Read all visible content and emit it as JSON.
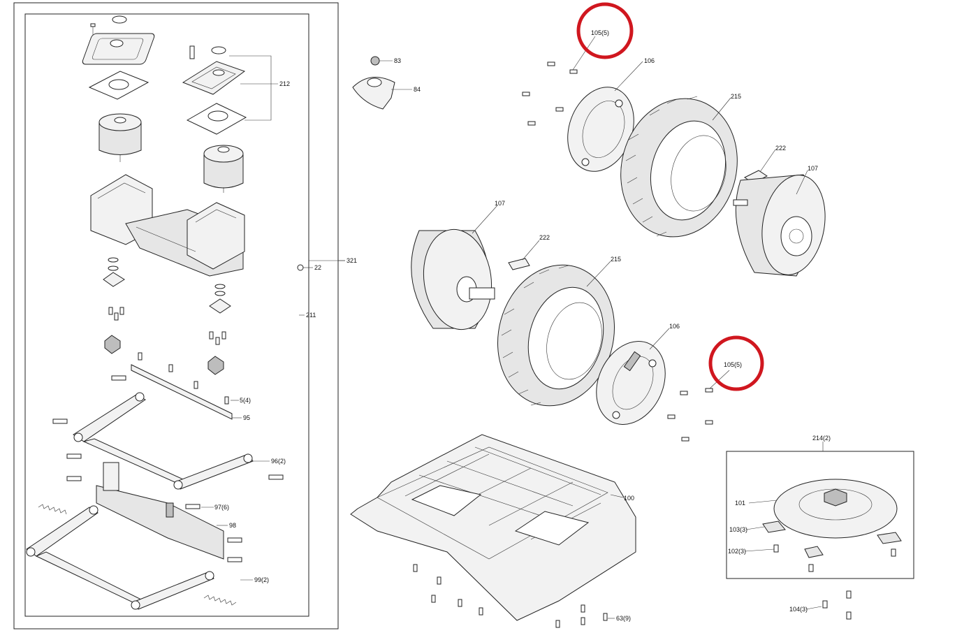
{
  "diagram": {
    "frame_label": "321",
    "callouts": {
      "c212": "212",
      "c22": "22",
      "c211": "211",
      "c5": "5(4)",
      "c95": "95",
      "c96": "96(2)",
      "c97": "97(6)",
      "c98": "98",
      "c99": "99(2)",
      "c83": "83",
      "c84": "84",
      "c105a": "105(5)",
      "c106a": "106",
      "c215a": "215",
      "c222a": "222",
      "c107a": "107",
      "c107b": "107",
      "c222b": "222",
      "c215b": "215",
      "c106b": "106",
      "c105b": "105(5)",
      "c100": "100",
      "c63": "63(9)",
      "c214": "214(2)",
      "c101": "101",
      "c103": "103(3)",
      "c102": "102(3)",
      "c104": "104(3)"
    },
    "highlight_color": "#d0171f",
    "highlighted_callouts": [
      "105(5)",
      "105(5)"
    ]
  }
}
